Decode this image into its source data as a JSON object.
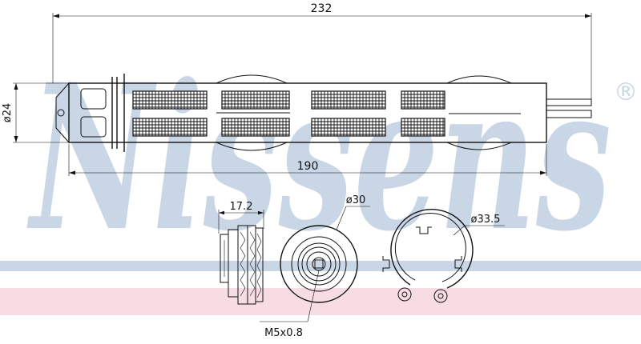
{
  "watermark": {
    "text": "Nissens",
    "color": "#c9d6e6",
    "registered": "®"
  },
  "bands": {
    "blue": "#c9d6e6",
    "pink": "#f7dde2"
  },
  "dimensions": {
    "overall_length": "232",
    "body_length": "190",
    "diameter": "ø24",
    "end_width": "17.2",
    "end_diameter": "ø30",
    "ring_diameter": "ø33.5",
    "thread": "M5x0.8"
  }
}
